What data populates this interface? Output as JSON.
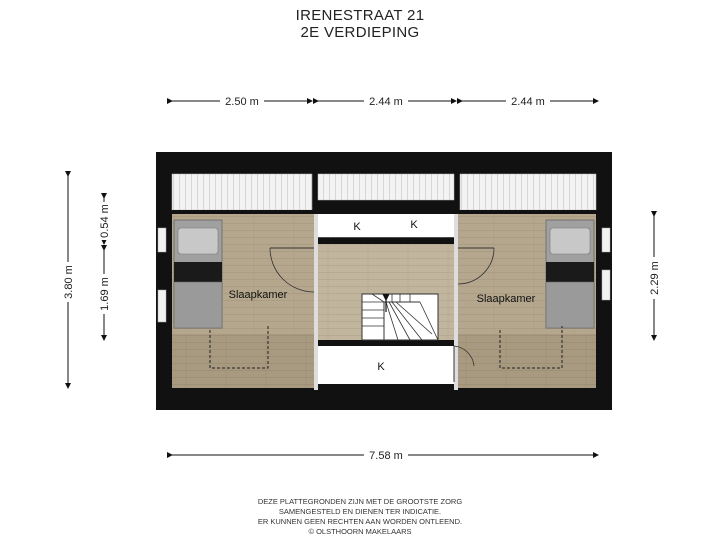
{
  "header": {
    "address": "IRENESTRAAT 21",
    "floor": "2E VERDIEPING"
  },
  "dimensions": {
    "top_left": "2.50 m",
    "top_middle": "2.44 m",
    "top_right": "2.44 m",
    "bottom_total": "7.58 m",
    "left_total": "3.80 m",
    "left_upper": "0.54 m",
    "left_lower": "1.69 m",
    "right": "2.29 m"
  },
  "rooms": {
    "left_bedroom": "Slaapkamer",
    "right_bedroom": "Slaapkamer",
    "closet_1": "K",
    "closet_2": "K",
    "closet_3": "K"
  },
  "disclaimer": {
    "line1": "DEZE PLATTEGRONDEN ZIJN MET DE GROOTSTE ZORG",
    "line2": "SAMENGESTELD EN DIENEN TER INDICATIE.",
    "line3": "ER KUNNEN GEEN RECHTEN AAN WORDEN ONTLEEND.",
    "line4": "© OLSTHOORN MAKELAARS"
  },
  "colors": {
    "wall": "#111111",
    "wood_floor": "#b3a58d",
    "wood_floor_dark": "#978a72",
    "skylight": "#f2f2f2",
    "bed_frame": "#9c9c9c"
  }
}
